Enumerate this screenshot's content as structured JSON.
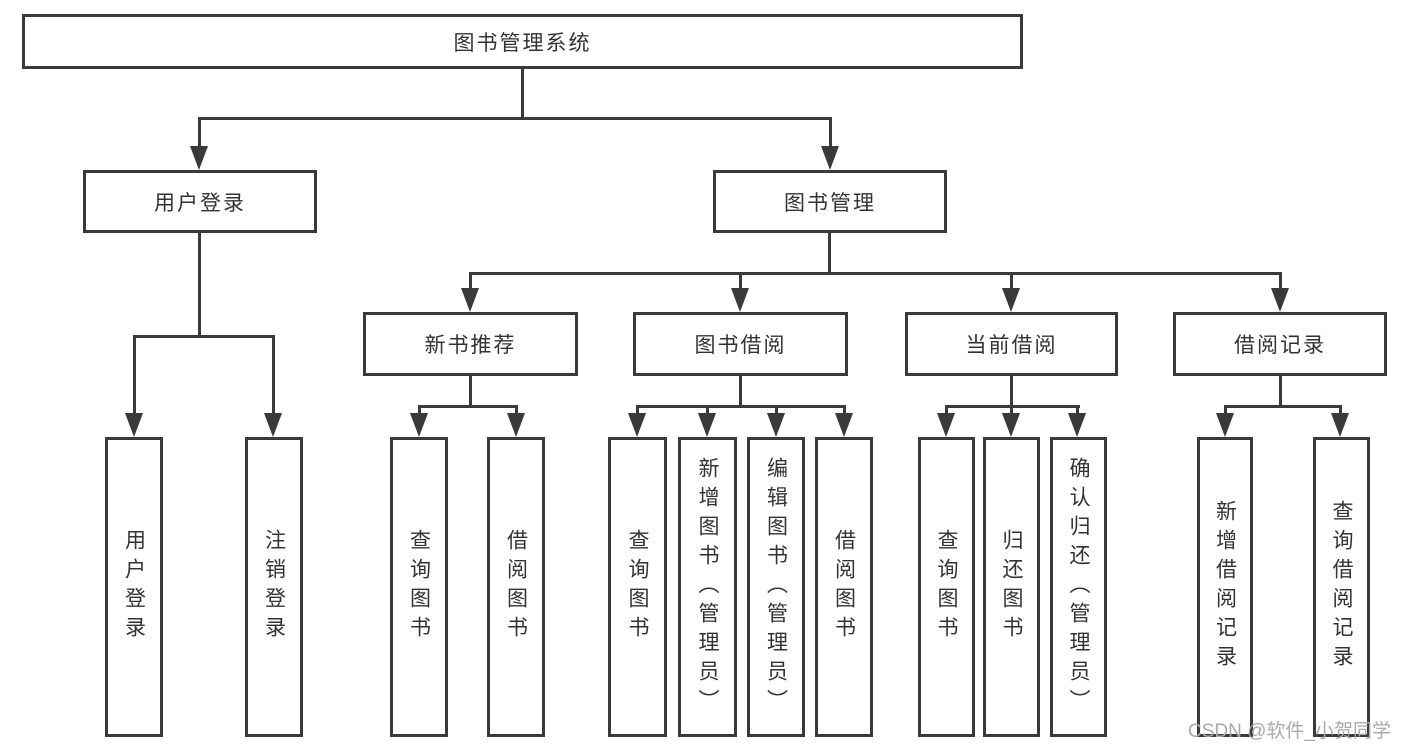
{
  "diagram": {
    "root_label": "图书管理系统",
    "branches": {
      "user_login": {
        "label": "用户登录",
        "children": [
          "用户登录",
          "注销登录"
        ]
      },
      "book_management": {
        "label": "图书管理",
        "sections": [
          {
            "label": "新书推荐",
            "children": [
              "查询图书",
              "借阅图书"
            ]
          },
          {
            "label": "图书借阅",
            "children": [
              "查询图书",
              "新增图书（管理员）",
              "编辑图书（管理员）",
              "借阅图书"
            ]
          },
          {
            "label": "当前借阅",
            "children": [
              "查询图书",
              "归还图书",
              "确认归还（管理员）"
            ]
          },
          {
            "label": "借阅记录",
            "children": [
              "新增借阅记录",
              "查询借阅记录"
            ]
          }
        ]
      }
    }
  },
  "watermark": "CSDN @软件_小贺同学",
  "colors": {
    "line": "#3a3a3a",
    "text": "#333333",
    "watermark": "#aaaaaa",
    "background": "#ffffff"
  }
}
